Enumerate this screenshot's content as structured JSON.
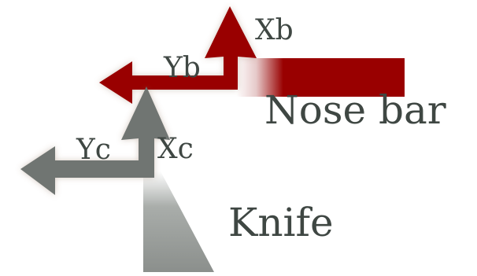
{
  "diagram": {
    "bar_frame": {
      "x_axis_label": "Xb",
      "y_axis_label": "Yb",
      "name": "Nose bar"
    },
    "knife_frame": {
      "x_axis_label": "Xc",
      "y_axis_label": "Yc",
      "name": "Knife"
    },
    "colors": {
      "bar_frame": "#990000",
      "knife_frame": "#6f7572",
      "knife_body": "#8b8f8c",
      "label_text": "#3f4743"
    }
  }
}
